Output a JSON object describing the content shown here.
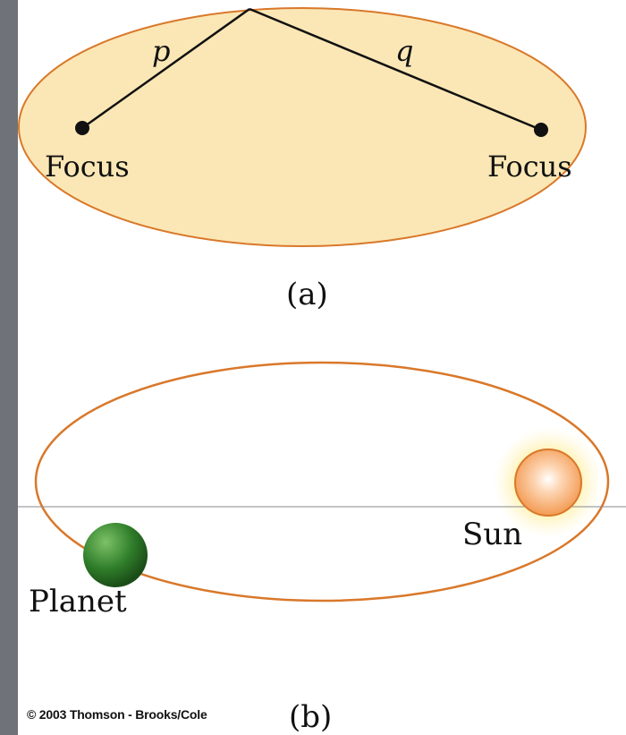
{
  "diagram_a": {
    "p_label": "p",
    "q_label": "q",
    "left_focus_label": "Focus",
    "right_focus_label": "Focus",
    "caption": "(a)"
  },
  "diagram_b": {
    "sun_label": "Sun",
    "planet_label": "Planet",
    "caption": "(b)"
  },
  "copyright": "© 2003 Thomson - Brooks/Cole",
  "colors": {
    "ellipse_fill": "#fbe7b5",
    "orbit_stroke": "#d9782a",
    "sun_core": "#f6a15c",
    "planet": "#2f7d2a",
    "frame_gray": "#6f7278"
  }
}
